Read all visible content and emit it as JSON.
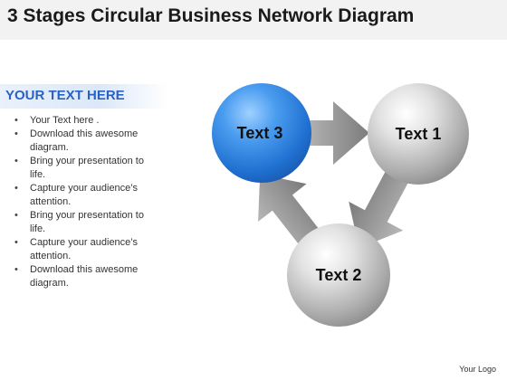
{
  "title": "3 Stages Circular Business Network Diagram",
  "left_panel": {
    "header": "YOUR TEXT HERE",
    "bullets": [
      "Your Text here .",
      "Download this awesome diagram.",
      "Bring your presentation to life.",
      "Capture your audience’s attention.",
      "Bring your presentation to life.",
      "Capture your audience’s attention.",
      "Download this awesome diagram."
    ]
  },
  "diagram": {
    "nodes": [
      {
        "id": "text3",
        "label": "Text 3",
        "color": "#2b7fe0"
      },
      {
        "id": "text1",
        "label": "Text 1",
        "color": "#9a9a9a"
      },
      {
        "id": "text2",
        "label": "Text 2",
        "color": "#9a9a9a"
      }
    ],
    "arrows": [
      {
        "from": "Text 3",
        "to": "Text 1"
      },
      {
        "from": "Text 1",
        "to": "Text 2"
      },
      {
        "from": "Text 2",
        "to": "Text 3"
      }
    ]
  },
  "footer": {
    "logo": "Your Logo"
  }
}
